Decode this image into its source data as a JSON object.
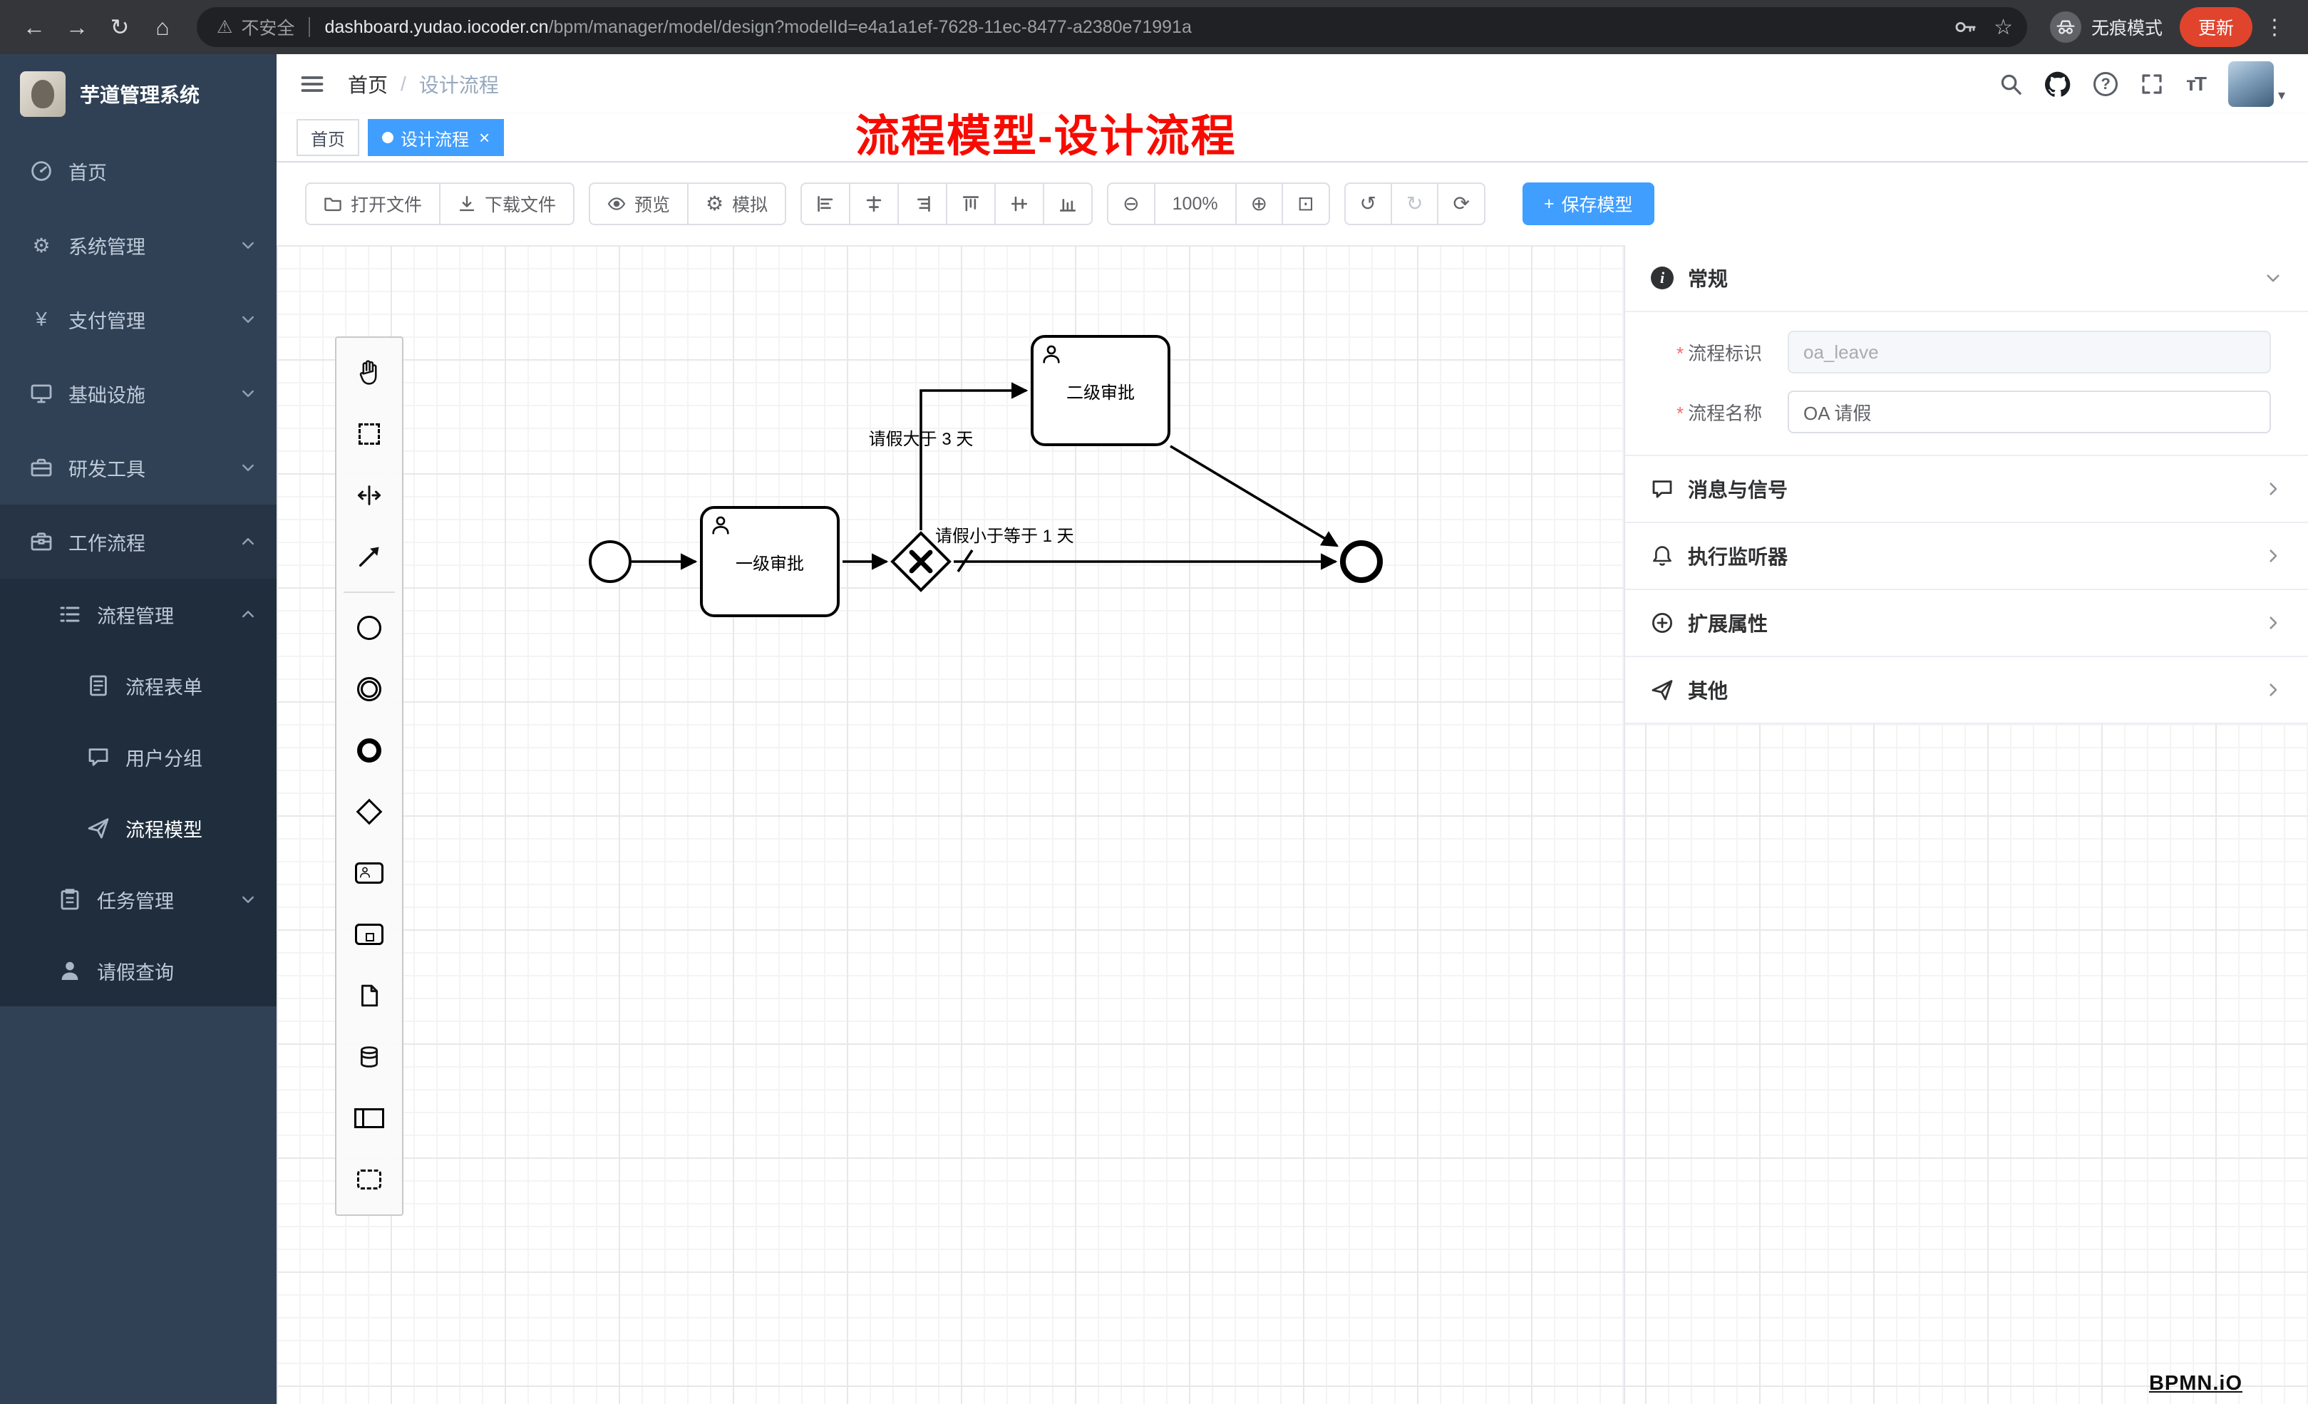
{
  "browser": {
    "security_warning": "不安全",
    "url_domain": "dashboard.yudao.iocoder.cn",
    "url_path": "/bpm/manager/model/design?modelId=e4a1a1ef-7628-11ec-8477-a2380e71991a",
    "incognito_label": "无痕模式",
    "update_label": "更新"
  },
  "sidebar": {
    "app_title": "芋道管理系统",
    "items": {
      "home": "首页",
      "system": "系统管理",
      "payment": "支付管理",
      "infra": "基础设施",
      "devtools": "研发工具",
      "workflow": "工作流程",
      "process_mgmt": "流程管理",
      "process_form": "流程表单",
      "user_group": "用户分组",
      "process_model": "流程模型",
      "task_mgmt": "任务管理",
      "leave_query": "请假查询"
    }
  },
  "header": {
    "breadcrumb_home": "首页",
    "breadcrumb_sep": "/",
    "breadcrumb_current": "设计流程",
    "annotation": "流程模型-设计流程"
  },
  "tags": {
    "home": "首页",
    "active": "设计流程"
  },
  "toolbar": {
    "open_file": "打开文件",
    "download_file": "下载文件",
    "preview": "预览",
    "simulate": "模拟",
    "zoom_level": "100%",
    "save_model": "保存模型"
  },
  "diagram": {
    "task_level1": "一级审批",
    "task_level2": "二级审批",
    "flow_gt3": "请假大于 3 天",
    "flow_le1": "请假小于等于 1 天",
    "watermark": "BPMN.iO"
  },
  "properties": {
    "general": "常规",
    "required_mark": "*",
    "process_key_label": "流程标识",
    "process_key_value": "oa_leave",
    "process_name_label": "流程名称",
    "process_name_value": "OA 请假",
    "message_signal": "消息与信号",
    "exec_listener": "执行监听器",
    "ext_attrs": "扩展属性",
    "other": "其他"
  },
  "icons": {
    "back": "←",
    "forward": "→",
    "reload": "↻",
    "home": "⌂",
    "warning": "⚠",
    "star": "☆",
    "dots": "⋮",
    "gear": "⚙",
    "yen": "¥",
    "undo": "↺",
    "redo": "↻",
    "refresh": "⟳",
    "zoom_out": "⊖",
    "zoom_in": "⊕",
    "zoom_reset": "⊡",
    "plus": "+",
    "caret": "▾",
    "question": "?",
    "info": "i",
    "tsize": "тT",
    "x": "×"
  }
}
